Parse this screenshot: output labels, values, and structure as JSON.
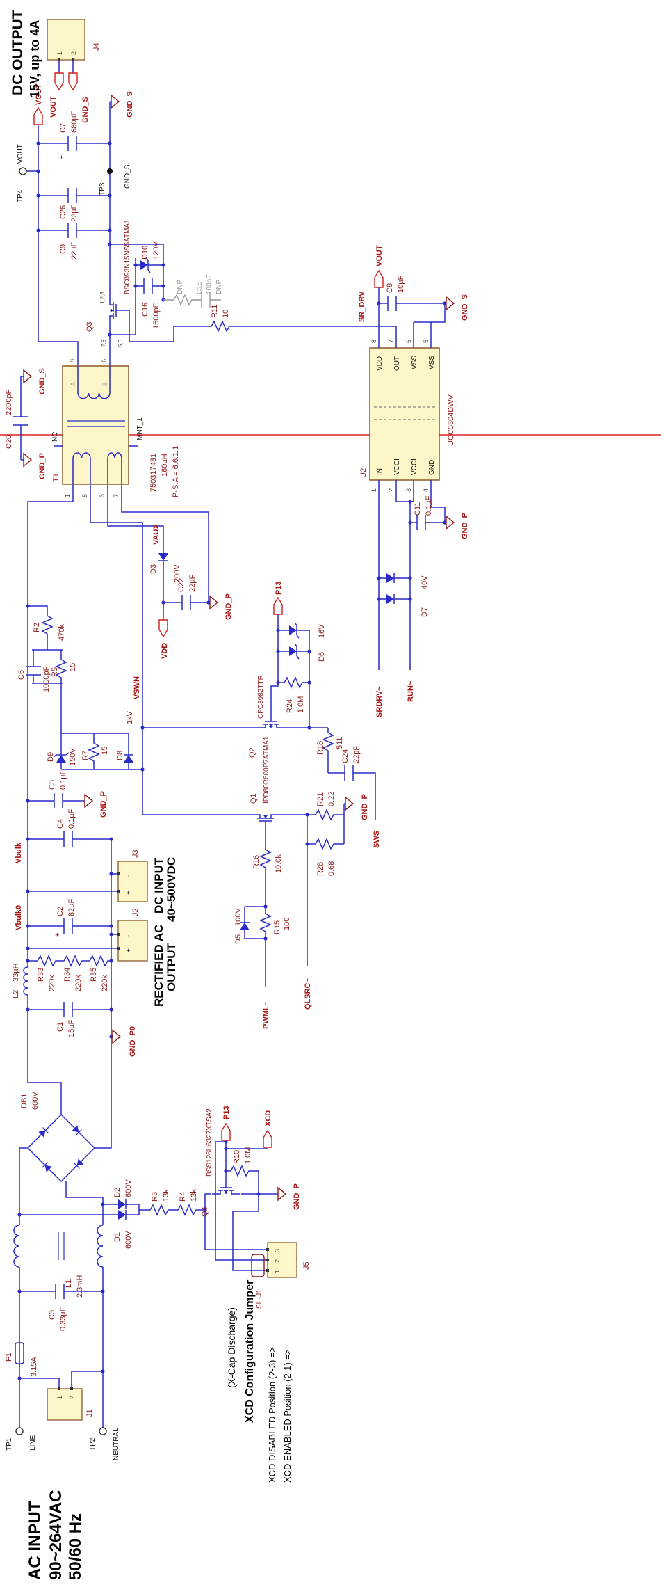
{
  "titles": {
    "ac_input": [
      "AC INPUT",
      "90~264VAC",
      "50/60 Hz"
    ],
    "dc_output": [
      "DC OUTPUT",
      "15V, up to 4A"
    ],
    "rectified": [
      "RECTIFIED AC",
      "OUTPUT"
    ],
    "dc_input": [
      "DC INPUT",
      "40~500VDC"
    ],
    "xcap": "(X-Cap Discharge)",
    "xcd_jumper": "XCD Configuration Jumper",
    "xcd_disabled": "XCD DISABLED Position (2-3) =>",
    "xcd_enabled": "XCD ENABLED Position (2-1) =>"
  },
  "nets": {
    "vout": "VOUT",
    "vdd": "VDD",
    "vaux": "VAUX",
    "vbulk": "Vbulk",
    "vbulk0": "Vbulk0",
    "vswn": "VSWN",
    "sws": "SWS",
    "pwml": "PWML~",
    "qlsrc": "QLSRC~",
    "srdrv_n": "SRDRV~",
    "run_n": "RUN~",
    "sr_drv": "SR_DRV",
    "p13": "P13",
    "xcd": "XCD",
    "gnd_p": "GND_P",
    "gnd_s": "GND_S",
    "gnd_p0": "GND_P0"
  },
  "parts": {
    "f1": {
      "d": "F1",
      "v": "3.15A"
    },
    "j1": {
      "d": "J1"
    },
    "j2": {
      "d": "J2"
    },
    "j3": {
      "d": "J3"
    },
    "j4": {
      "d": "J4"
    },
    "j5": {
      "d": "J5"
    },
    "tp1": {
      "d": "TP1",
      "v": "LINE"
    },
    "tp2": {
      "d": "TP2",
      "v": "NEUTRAL"
    },
    "tp3": {
      "d": "TP3",
      "v": "GND_S"
    },
    "tp4": {
      "d": "TP4",
      "v": "VOUT"
    },
    "c1": {
      "d": "C1",
      "v": "15µF"
    },
    "c2": {
      "d": "C2",
      "v": "82µF"
    },
    "c3": {
      "d": "C3",
      "v": "0.33µF"
    },
    "c4": {
      "d": "C4",
      "v": "0.1µF"
    },
    "c5": {
      "d": "C5",
      "v": "0.1µF"
    },
    "c6": {
      "d": "C6",
      "v": "1000pF"
    },
    "c7": {
      "d": "C7",
      "v": "680µF"
    },
    "c8": {
      "d": "C8",
      "v": "10µF"
    },
    "c9": {
      "d": "C9",
      "v": "22µF"
    },
    "c11": {
      "d": "C11",
      "v": "0.1µF"
    },
    "c15": {
      "d": "C15",
      "v": "100pF"
    },
    "c16": {
      "d": "C16",
      "v": "1500pF"
    },
    "c20": {
      "d": "C20",
      "v": "2200pF"
    },
    "c22": {
      "d": "C22",
      "v": "22µF"
    },
    "c24": {
      "d": "C24",
      "v": "22pF"
    },
    "c26": {
      "d": "C26",
      "v": "22µF"
    },
    "l1": {
      "d": "L1",
      "v": "2.3mH"
    },
    "l2": {
      "d": "L2",
      "v": "33µH"
    },
    "r2": {
      "d": "R2",
      "v": "470k"
    },
    "r3": {
      "d": "R3",
      "v": "13k"
    },
    "r4": {
      "d": "R4",
      "v": "13k"
    },
    "r5": {
      "d": "R5",
      "v": "15"
    },
    "r7": {
      "d": "R7",
      "v": "15"
    },
    "r10": {
      "d": "R10",
      "v": "1.0M"
    },
    "r11": {
      "d": "R11",
      "v": "10"
    },
    "r15": {
      "d": "R15",
      "v": "100"
    },
    "r16": {
      "d": "R16",
      "v": "10.0k"
    },
    "r18": {
      "d": "R18",
      "v": "511"
    },
    "r21": {
      "d": "R21",
      "v": "0.22"
    },
    "r24": {
      "d": "R24",
      "v": "1.0M"
    },
    "r28": {
      "d": "R28",
      "v": "0.68"
    },
    "r33": {
      "d": "R33",
      "v": "220k"
    },
    "r34": {
      "d": "R34",
      "v": "220k"
    },
    "r35": {
      "d": "R35",
      "v": "220k"
    },
    "d1": {
      "d": "D1",
      "v": "600V"
    },
    "d2": {
      "d": "D2",
      "v": "600V"
    },
    "d3": {
      "d": "D3",
      "v": "200V"
    },
    "d5": {
      "d": "D5",
      "v": "100V"
    },
    "d6": {
      "d": "D6",
      "v": "16V"
    },
    "d7": {
      "d": "D7",
      "v": "40V"
    },
    "d8": {
      "d": "D8",
      "v": "1kV"
    },
    "d9": {
      "d": "D9",
      "v": "150V"
    },
    "d10": {
      "d": "D10",
      "v": "120V"
    },
    "db1": {
      "d": "DB1",
      "v": "600V"
    },
    "q1": {
      "d": "Q1",
      "v": "IPD80R600P7ATMA1"
    },
    "q2": {
      "d": "Q2",
      "v": "CPC3982TTR"
    },
    "q3": {
      "d": "Q3",
      "v": "BSC093N15NS5ATMA1"
    },
    "q4": {
      "d": "Q4",
      "v": "BSS126H6327XTSA2"
    },
    "t1": {
      "d": "T1",
      "pn": "750317431",
      "v": "160µH",
      "ratio": "P-S:A = 6.6:1:1"
    },
    "u2": {
      "d": "U2",
      "v": "UCC5304DWV"
    }
  },
  "pins": {
    "n1": "1",
    "n2": "2",
    "n3": "3",
    "n4": "4",
    "n5": "5",
    "n6": "6",
    "n7": "7",
    "n8": "8",
    "in": "IN",
    "vcci": "VCCI",
    "gnd": "GND",
    "vdd": "VDD",
    "out": "OUT",
    "vss": "VSS",
    "q3_78": "7,8",
    "q3_56": "5,6",
    "q3_123": "1,2,3",
    "a": "A",
    "b": "B",
    "nc": "NC",
    "mnt1": "MNT_1",
    "plus": "+",
    "minus": "-",
    "shj1": "SH-J1",
    "dnp": "DNP"
  },
  "colors": {
    "wire": "#2a2ac8",
    "designator": "#8b1a1a",
    "net_label": "#aa1515",
    "port_arrow": "#d02020",
    "isolation": "#e02020",
    "ic_fill": "#fdf6c8",
    "ic_border": "#8b5a2b",
    "dnp": "#999999"
  }
}
